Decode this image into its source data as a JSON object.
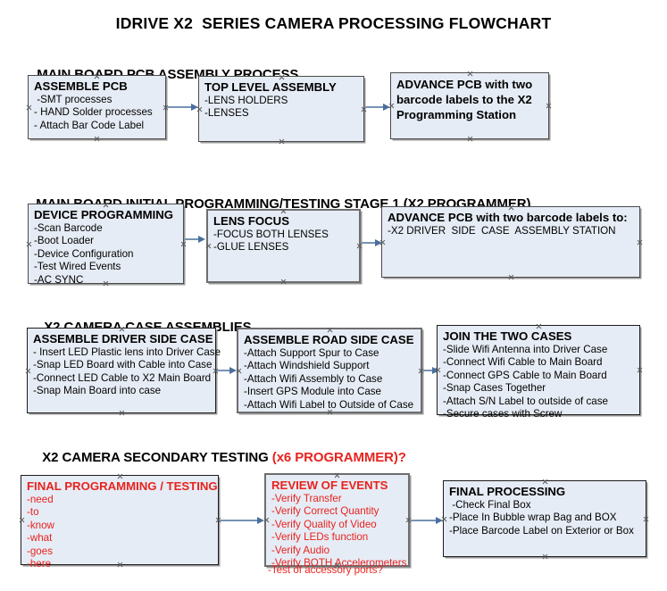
{
  "document": {
    "title": "IDRIVE X2  SERIES CAMERA PROCESSING FLOWCHART",
    "accent_color": "#e8231e",
    "box_fill": "#e6ecf5",
    "connector_color": "#7793b4"
  },
  "sections": [
    {
      "heading": "MAIN BOARD PCB ASSEMBLY PROCESS",
      "heading_accent": ""
    },
    {
      "heading": "MAIN BOARD INITIAL PROGRAMMING/TESTING STAGE 1 (X2 PROGRAMMER)",
      "heading_accent": ""
    },
    {
      "heading": "X2 CAMERA CASE ASSEMBLIES",
      "heading_accent": ""
    },
    {
      "heading": "X2 CAMERA SECONDARY TESTING ",
      "heading_accent": "(x6 PROGRAMMER)?"
    }
  ],
  "nodes": {
    "assemble_pcb": {
      "title": "ASSEMBLE PCB",
      "lines": [
        " -SMT processes",
        "- HAND Solder processes",
        "- Attach Bar Code Label"
      ]
    },
    "top_level_assembly": {
      "title": "TOP LEVEL ASSEMBLY",
      "lines": [
        "-LENS HOLDERS",
        "-LENSES"
      ]
    },
    "advance_pcb_1": {
      "title": "ADVANCE PCB with two barcode labels to the  X2 Programming Station",
      "lines": []
    },
    "device_programming": {
      "title": "DEVICE PROGRAMMING",
      "lines": [
        "-Scan Barcode",
        "-Boot Loader",
        "-Device Configuration",
        "-Test Wired Events",
        "-AC SYNC"
      ]
    },
    "lens_focus": {
      "title": "LENS FOCUS",
      "lines": [
        "-FOCUS BOTH LENSES",
        "-GLUE LENSES"
      ]
    },
    "advance_pcb_2": {
      "title": "ADVANCE PCB with two barcode labels to:",
      "lines": [
        "-X2 DRIVER  SIDE  CASE  ASSEMBLY STATION"
      ]
    },
    "assemble_driver_side_case": {
      "title": "ASSEMBLE DRIVER SIDE CASE",
      "lines": [
        "- Insert LED Plastic lens into Driver Case",
        "-Snap LED Board with Cable into Case",
        "-Connect LED Cable to X2 Main Board",
        "-Snap Main Board into case"
      ]
    },
    "assemble_road_side_case": {
      "title": "ASSEMBLE ROAD SIDE CASE",
      "lines": [
        "-Attach Support Spur to Case",
        "-Attach Windshield Support",
        "-Attach Wifi Assembly to Case",
        "-Insert GPS Module into Case",
        "-Attach Wifi Label to Outside of Case"
      ]
    },
    "join_the_two_cases": {
      "title": "JOIN THE TWO CASES",
      "lines": [
        "-Slide Wifi Antenna into Driver Case",
        "-Connect Wifi Cable to Main Board",
        "-Connect GPS Cable to Main Board",
        "-Snap Cases Together",
        "-Attach S/N Label to outside of case",
        "-Secure cases with Screw"
      ]
    },
    "final_programming_testing": {
      "title": "FINAL PROGRAMMING / TESTING",
      "lines": [
        "-need",
        "-to",
        "-know",
        "-what",
        "-goes",
        "-here"
      ]
    },
    "review_of_events": {
      "title": "REVIEW OF EVENTS",
      "lines": [
        "-Verify Transfer",
        "-Verify Correct Quantity",
        "-Verify Quality of Video",
        "-Verify LEDs function",
        "-Verify Audio",
        "-Verify BOTH Accelerometers"
      ],
      "overflow_line": "-Test of accessory ports?"
    },
    "final_processing": {
      "title": "FINAL PROCESSING",
      "lines": [
        " -Check Final Box",
        "-Place In Bubble wrap Bag and BOX",
        "-Place Barcode Label on Exterior or Box"
      ]
    }
  }
}
